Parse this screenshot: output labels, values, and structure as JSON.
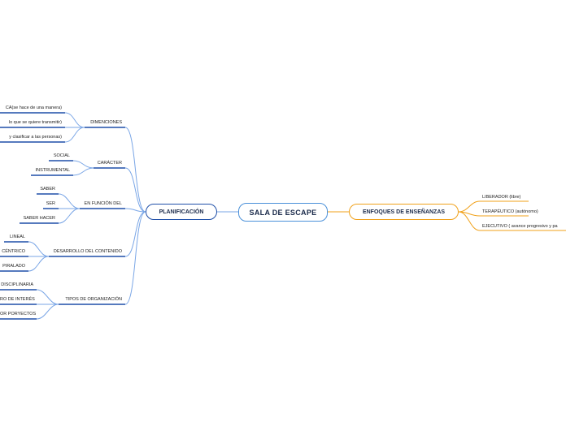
{
  "central": "SALA DE ESCAPE",
  "left_main": "PLANIFICACIÓN",
  "right_main": "ENFOQUES DE ENSEÑANZAS",
  "right_children": [
    "LIBERADOR (libre)",
    "TERAPÉUTICO (autónomo)",
    "EJECUTIVO ( avance progresivo y pa"
  ],
  "left_children": [
    {
      "label": "DIMENCIONES",
      "children": [
        "CA(se hace de una manera)",
        "lo que se quiere transmitir)",
        " y clasificar a las personas)"
      ]
    },
    {
      "label": "CARÁCTER",
      "children": [
        "SOCIAL",
        "INSTRUMENTAL"
      ]
    },
    {
      "label": "EN FUNCIÓN DEL",
      "children": [
        "SABER",
        "SER",
        "SABER HACER"
      ]
    },
    {
      "label": "DESARROLLO DEL CONTENIDO",
      "children": [
        "LINEAL",
        "CÉNTRICO",
        "PIRALADO"
      ]
    },
    {
      "label": "TIPOS DE ORGANIZACIÓN",
      "children": [
        "DISCIPLINARIA",
        "RO DE INTERÉS",
        "OR PORYECTOS"
      ]
    }
  ],
  "colors": {
    "left": "#1f4fa8",
    "left_line": "#7aa6e6",
    "right": "#f0a11a",
    "central": "#4a90d9"
  }
}
